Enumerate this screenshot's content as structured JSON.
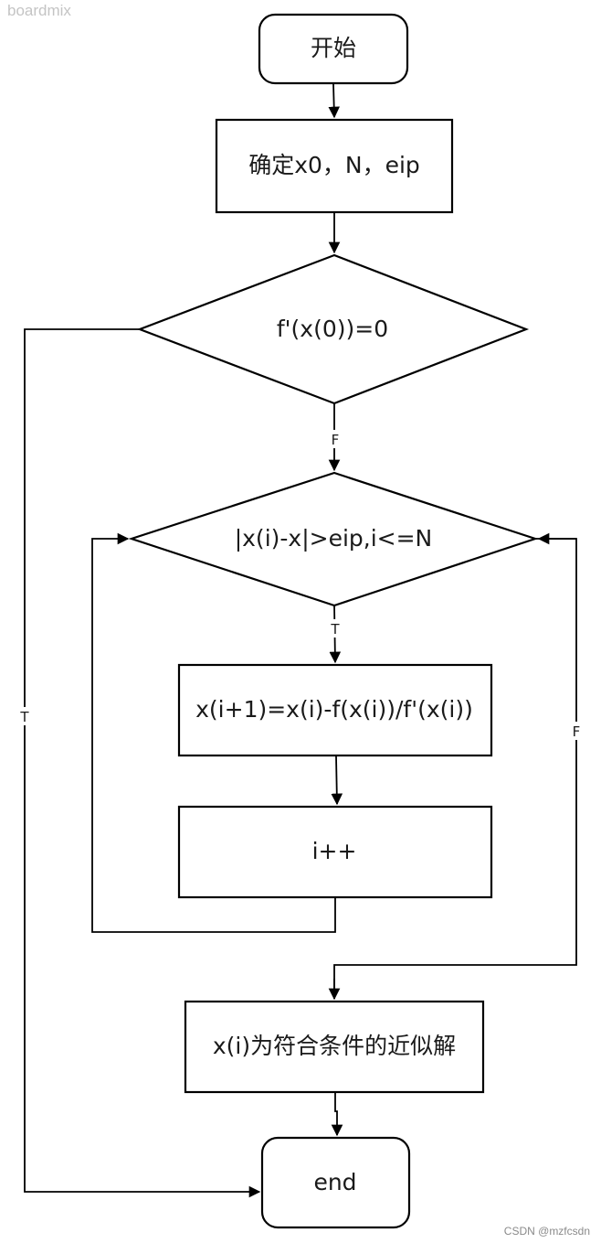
{
  "watermarks": {
    "top_left": "boardmix",
    "bottom_right": "CSDN @mzfcsdn"
  },
  "nodes": {
    "start": "开始",
    "init": "确定x0，N，eip",
    "check_derivative": "f'(x(0))=0",
    "loop_condition": "|x(i)-x|>eip,i<=N",
    "newton_step": "x(i+1)=x(i)-f(x(i))/f'(x(i))",
    "increment": "i++",
    "result": "x(i)为符合条件的近似解",
    "end": "end"
  },
  "edge_labels": {
    "derivative_false": "F",
    "derivative_true": "T",
    "loop_true": "T",
    "loop_false": "F"
  }
}
